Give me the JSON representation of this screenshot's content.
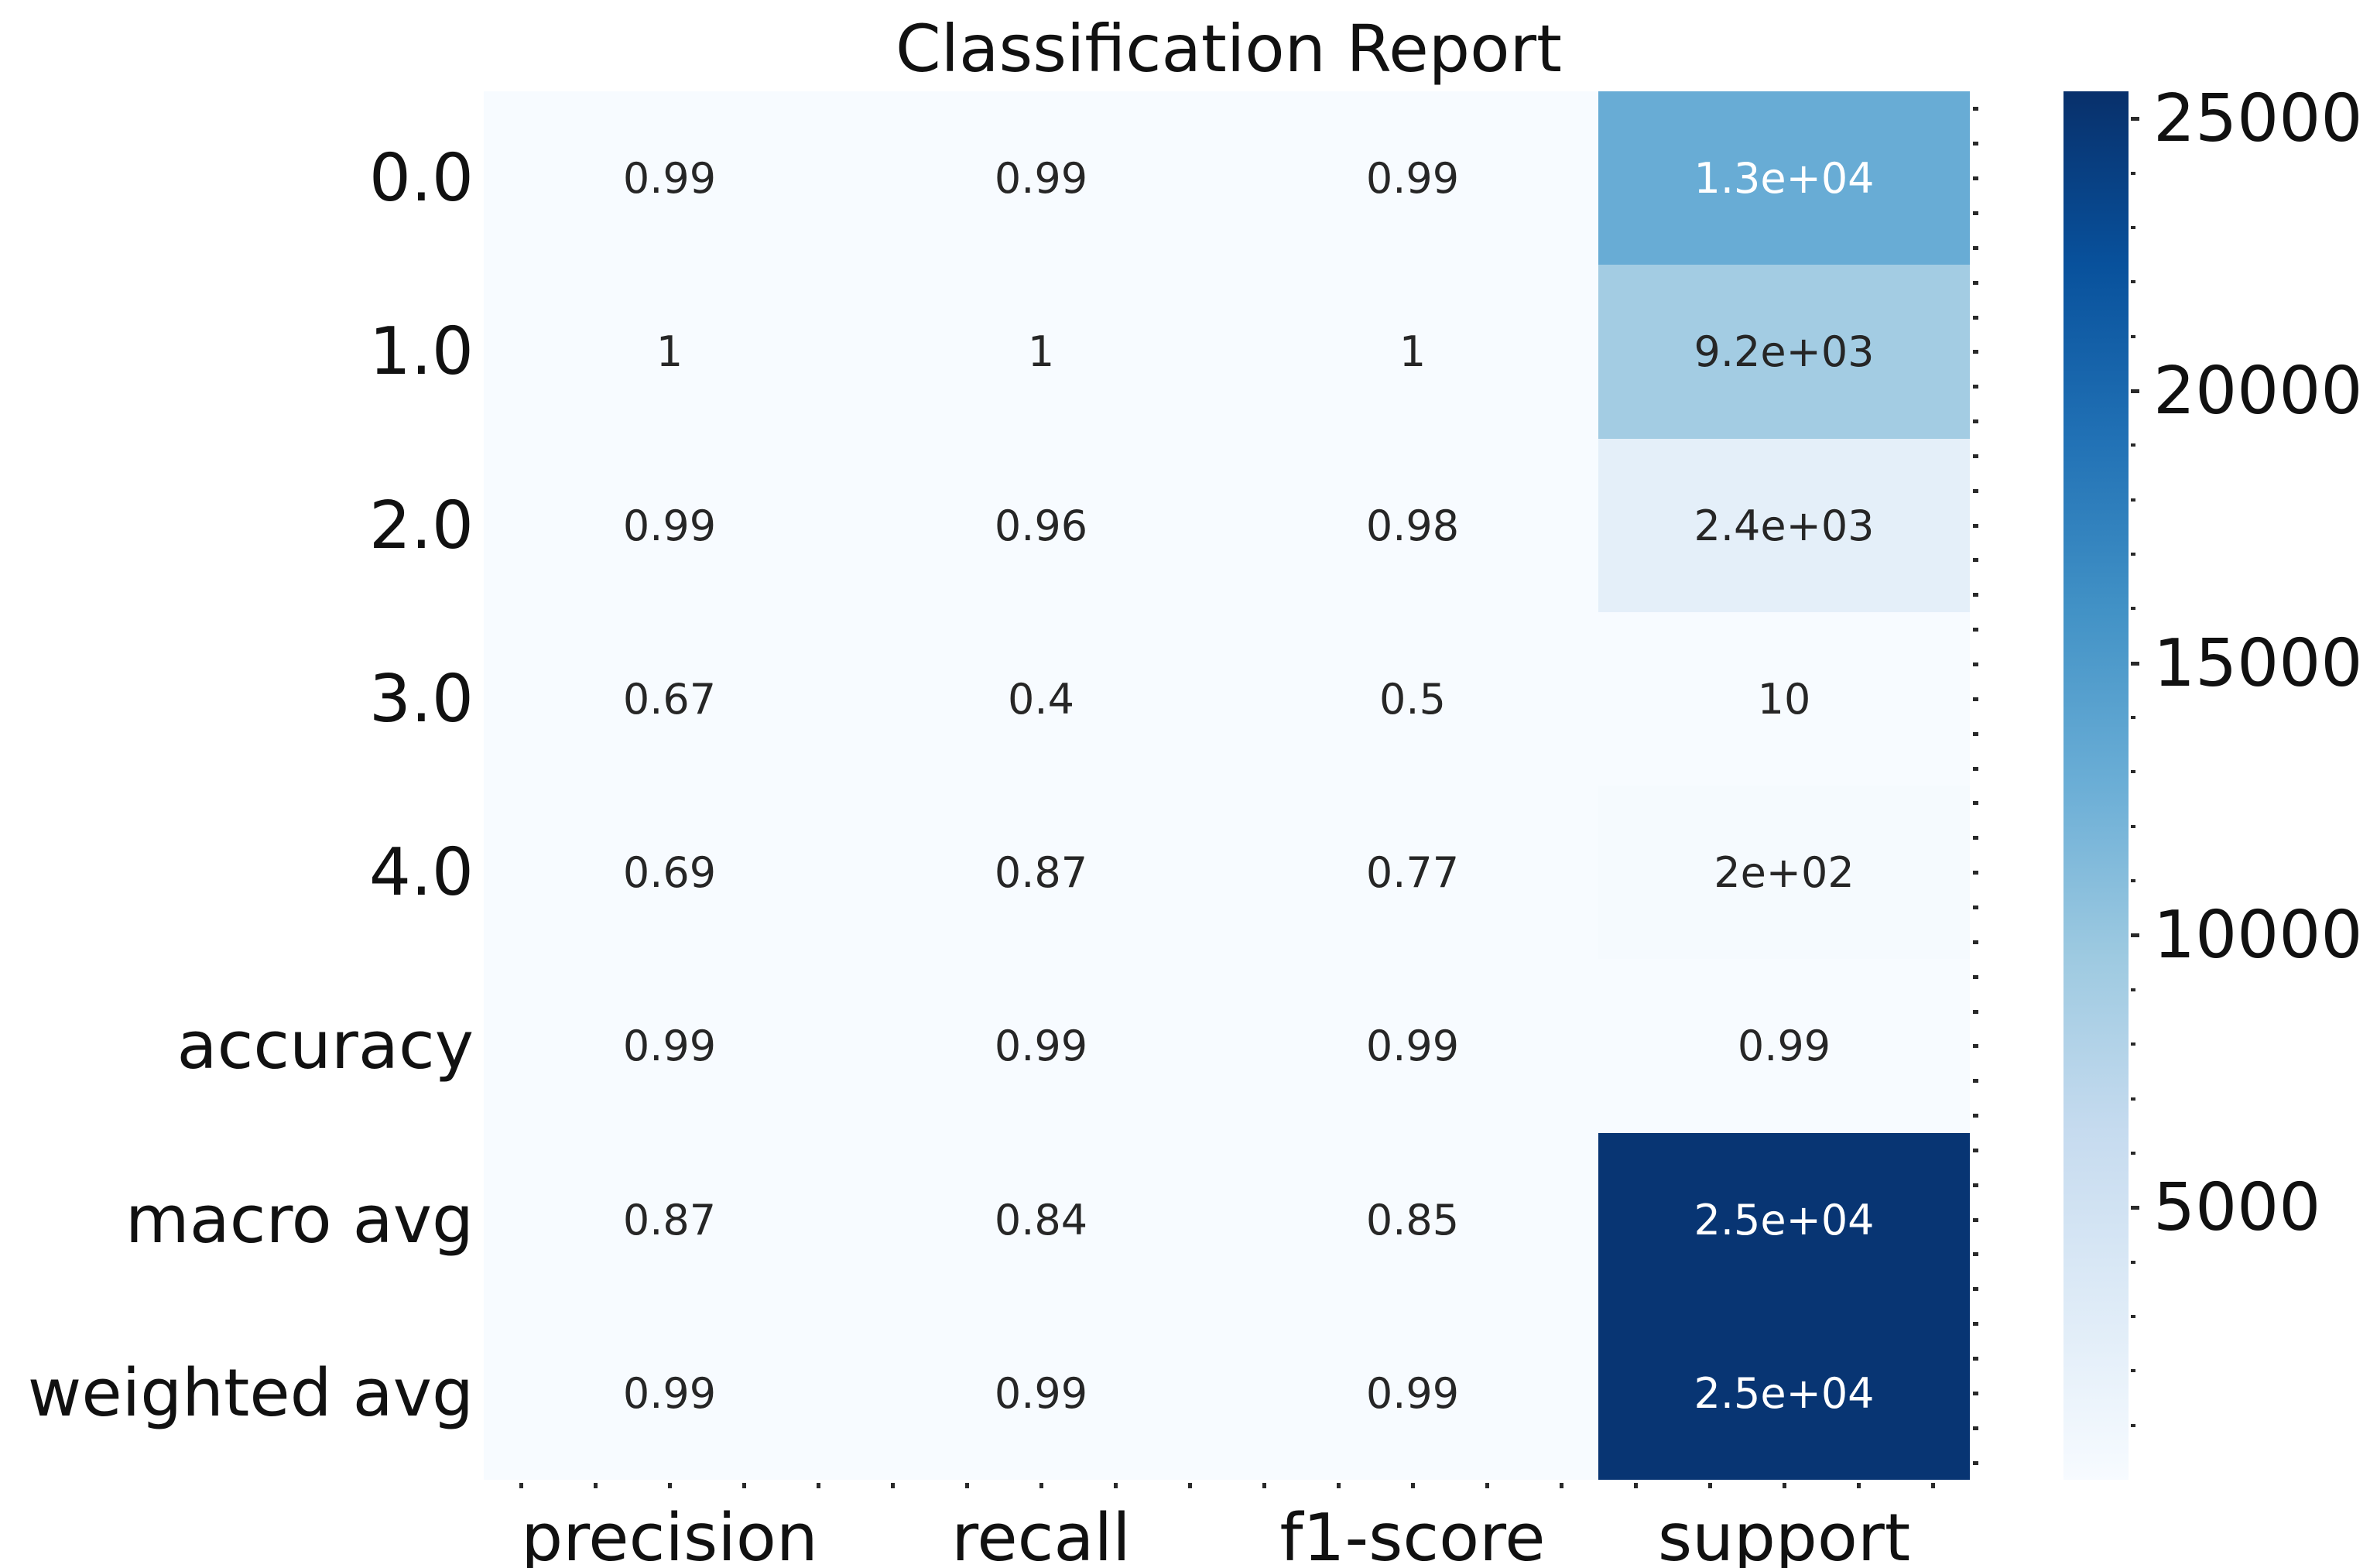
{
  "chart_data": {
    "type": "heatmap",
    "title": "Classification Report",
    "columns": [
      "precision",
      "recall",
      "f1-score",
      "support"
    ],
    "rows": [
      "0.0",
      "1.0",
      "2.0",
      "3.0",
      "4.0",
      "accuracy",
      "macro avg",
      "weighted avg"
    ],
    "cells_display": [
      [
        "0.99",
        "0.99",
        "0.99",
        "1.3e+04"
      ],
      [
        "1",
        "1",
        "1",
        "9.2e+03"
      ],
      [
        "0.99",
        "0.96",
        "0.98",
        "2.4e+03"
      ],
      [
        "0.67",
        "0.4",
        "0.5",
        "10"
      ],
      [
        "0.69",
        "0.87",
        "0.77",
        "2e+02"
      ],
      [
        "0.99",
        "0.99",
        "0.99",
        "0.99"
      ],
      [
        "0.87",
        "0.84",
        "0.85",
        "2.5e+04"
      ],
      [
        "0.99",
        "0.99",
        "0.99",
        "2.5e+04"
      ]
    ],
    "cells_value": [
      [
        0.99,
        0.99,
        0.99,
        13000
      ],
      [
        1,
        1,
        1,
        9200
      ],
      [
        0.99,
        0.96,
        0.98,
        2400
      ],
      [
        0.67,
        0.4,
        0.5,
        10
      ],
      [
        0.69,
        0.87,
        0.77,
        200
      ],
      [
        0.99,
        0.99,
        0.99,
        0.99
      ],
      [
        0.87,
        0.84,
        0.85,
        25000
      ],
      [
        0.99,
        0.99,
        0.99,
        25000
      ]
    ],
    "value_range": [
      0,
      25500
    ],
    "colormap": "Blues",
    "colorbar_position": "right",
    "colorbar_tick_labels": [
      "5000",
      "10000",
      "15000",
      "20000",
      "25000"
    ],
    "colorbar_tick_values": [
      5000,
      10000,
      15000,
      20000,
      25000
    ],
    "grid": false
  },
  "colors": {
    "colormap_dark": "#08306b",
    "colormap_mid": "#6baed6",
    "colormap_light": "#f7fbff",
    "annotation_dark": "#262626",
    "annotation_light": "#ffffff",
    "label_color": "#111111"
  }
}
